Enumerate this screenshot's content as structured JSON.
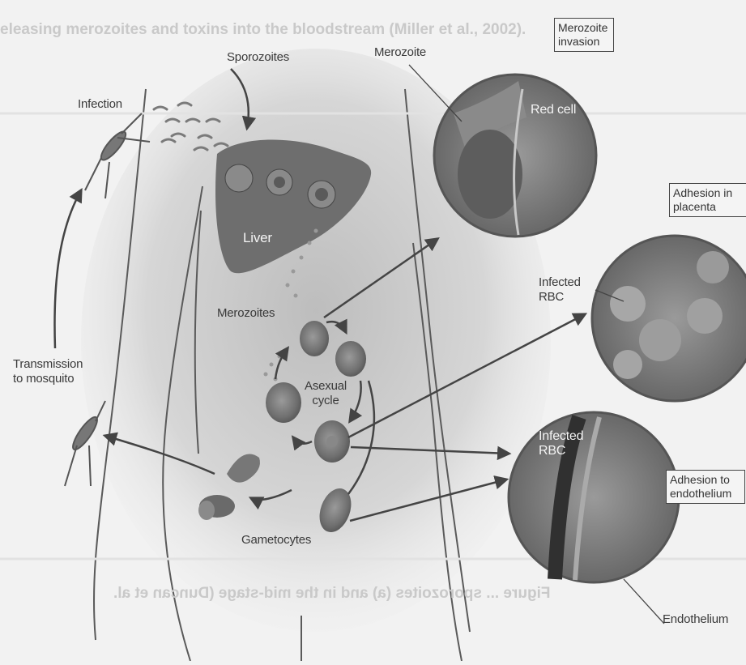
{
  "bleed_text_top": "eleasing merozoites and toxins into the bloodstream (Miller et al., 2002).",
  "bleed_text_bottom": "Figure ... sporozoites (a) and in the mid-stage (Duncan et al.",
  "labels": {
    "sporozoites": "Sporozoites",
    "merozoite": "Merozoite",
    "infection": "Infection",
    "red_cell": "Red cell",
    "liver": "Liver",
    "merozoites": "Merozoites",
    "infected_rbc_placenta": "Infected RBC",
    "transmission": "Transmission to mosquito",
    "asexual_cycle": "Asexual cycle",
    "infected_rbc_endothelium": "Infected RBC",
    "gametocytes": "Gametocytes",
    "endothelium": "Endothelium"
  },
  "boxes": {
    "merozoite_invasion": "Merozoite invasion",
    "adhesion_placenta": "Adhesion in placenta",
    "adhesion_endothelium": "Adhesion to endothelium"
  },
  "colors": {
    "background": "#f2f2f2",
    "body_shadow": "#cfcfcf",
    "liver": "#6e6e6e",
    "circle_fill": "#7b7b7b",
    "arrow": "#444444"
  }
}
